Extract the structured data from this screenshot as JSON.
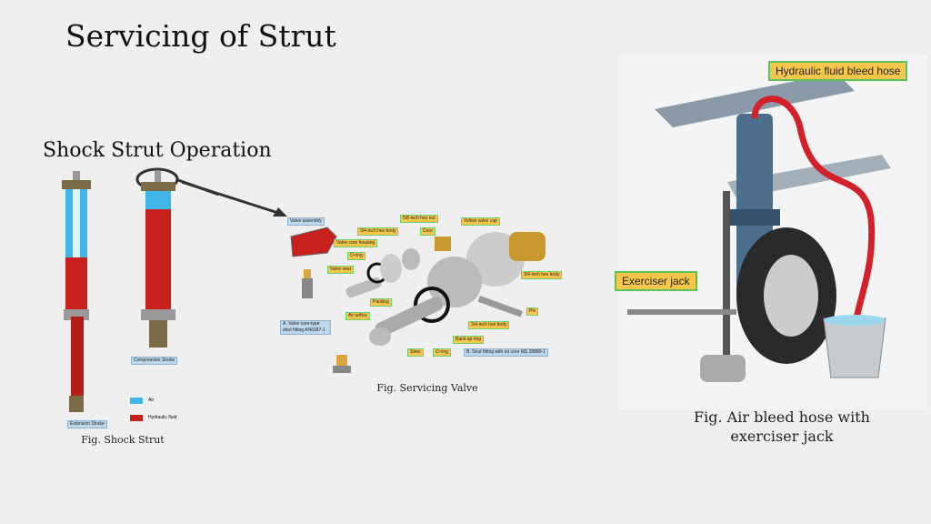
{
  "slide": {
    "title": "Servicing of Strut",
    "subtitle": "Shock Strut Operation"
  },
  "shock_strut": {
    "caption": "Fig. Shock Strut",
    "labels": {
      "extension": "Extension Stroke",
      "compression": "Compression Stroke"
    },
    "legend": [
      {
        "label": "Air",
        "color": "#3fb6e6"
      },
      {
        "label": "Hydraulic fluid",
        "color": "#c8201c"
      }
    ]
  },
  "valve": {
    "caption": "Fig. Servicing Valve",
    "labels": [
      "Valve assembly",
      "5/8-inch hex nut",
      "Yellow valve cap",
      "3/4-inch hex body",
      "Core",
      "Valve core housing",
      "O-ring",
      "Valve seat",
      "3/4-inch hex body",
      "Packing",
      "Pin",
      "Air orifice",
      "3/4-inch hex body",
      "Back-up ring",
      "Stem",
      "O-ring"
    ],
    "fitting_a": "A. Valve core-type strut fitting AN6287-1",
    "fitting_b": "B. Strut fitting with no core MS 28889-1"
  },
  "bleed": {
    "caption_line1": "Fig. Air bleed hose with",
    "caption_line2": "exerciser jack",
    "hose_label": "Hydraulic fluid bleed hose",
    "jack_label": "Exerciser jack"
  }
}
